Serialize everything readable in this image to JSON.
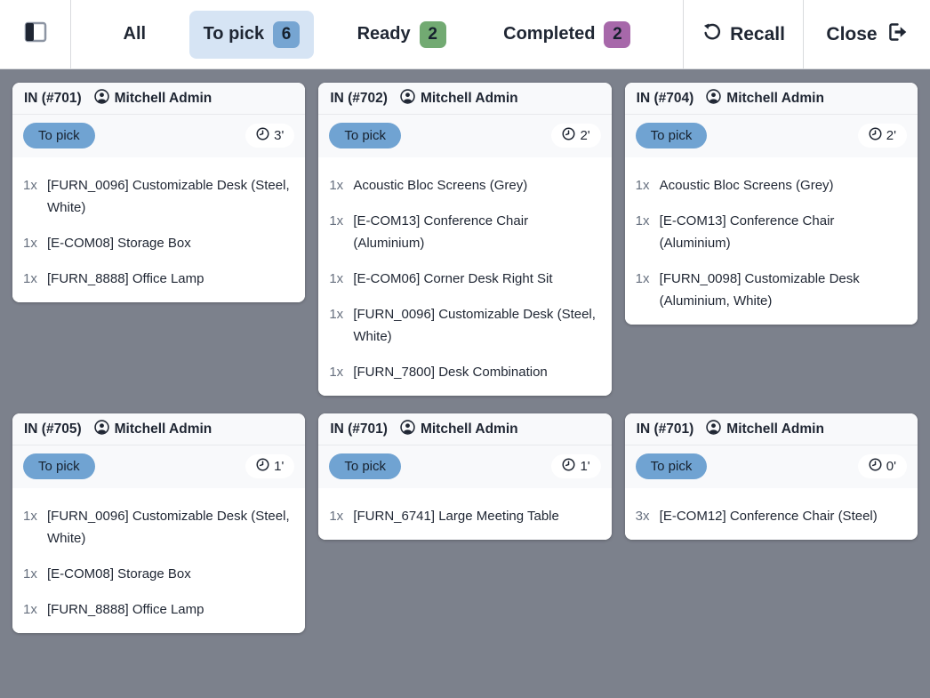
{
  "header": {
    "filters": [
      {
        "label": "All",
        "count": null
      },
      {
        "label": "To pick",
        "count": "6",
        "active": true
      },
      {
        "label": "Ready",
        "count": "2"
      },
      {
        "label": "Completed",
        "count": "2"
      }
    ],
    "recall_label": "Recall",
    "close_label": "Close"
  },
  "colors": {
    "to_pick_accent": "#76a5d2",
    "to_pick_filter_bg": "#d6e4f4",
    "ready_accent": "#72aa72",
    "completed_accent": "#a768aa",
    "page_background": "#7c818c",
    "text_dark": "#1f2633"
  },
  "cards": [
    {
      "title": "IN (#701)",
      "user": "Mitchell Admin",
      "status": "To pick",
      "time": "3'",
      "items": [
        {
          "qty": "1x",
          "name": "[FURN_0096] Customizable Desk (Steel, White)"
        },
        {
          "qty": "1x",
          "name": "[E-COM08] Storage Box"
        },
        {
          "qty": "1x",
          "name": "[FURN_8888] Office Lamp"
        }
      ]
    },
    {
      "title": "IN (#702)",
      "user": "Mitchell Admin",
      "status": "To pick",
      "time": "2'",
      "items": [
        {
          "qty": "1x",
          "name": "Acoustic Bloc Screens (Grey)"
        },
        {
          "qty": "1x",
          "name": "[E-COM13] Conference Chair (Aluminium)"
        },
        {
          "qty": "1x",
          "name": "[E-COM06] Corner Desk Right Sit"
        },
        {
          "qty": "1x",
          "name": "[FURN_0096] Customizable Desk (Steel, White)"
        },
        {
          "qty": "1x",
          "name": "[FURN_7800] Desk Combination"
        }
      ]
    },
    {
      "title": "IN (#704)",
      "user": "Mitchell Admin",
      "status": "To pick",
      "time": "2'",
      "items": [
        {
          "qty": "1x",
          "name": "Acoustic Bloc Screens (Grey)"
        },
        {
          "qty": "1x",
          "name": "[E-COM13] Conference Chair (Aluminium)"
        },
        {
          "qty": "1x",
          "name": "[FURN_0098] Customizable Desk (Aluminium, White)"
        }
      ]
    },
    {
      "title": "IN (#705)",
      "user": "Mitchell Admin",
      "status": "To pick",
      "time": "1'",
      "items": [
        {
          "qty": "1x",
          "name": "[FURN_0096] Customizable Desk (Steel, White)"
        },
        {
          "qty": "1x",
          "name": "[E-COM08] Storage Box"
        },
        {
          "qty": "1x",
          "name": "[FURN_8888] Office Lamp"
        }
      ]
    },
    {
      "title": "IN (#701)",
      "user": "Mitchell Admin",
      "status": "To pick",
      "time": "1'",
      "items": [
        {
          "qty": "1x",
          "name": "[FURN_6741] Large Meeting Table"
        }
      ]
    },
    {
      "title": "IN (#701)",
      "user": "Mitchell Admin",
      "status": "To pick",
      "time": "0'",
      "items": [
        {
          "qty": "3x",
          "name": "[E-COM12] Conference Chair (Steel)"
        }
      ]
    }
  ]
}
